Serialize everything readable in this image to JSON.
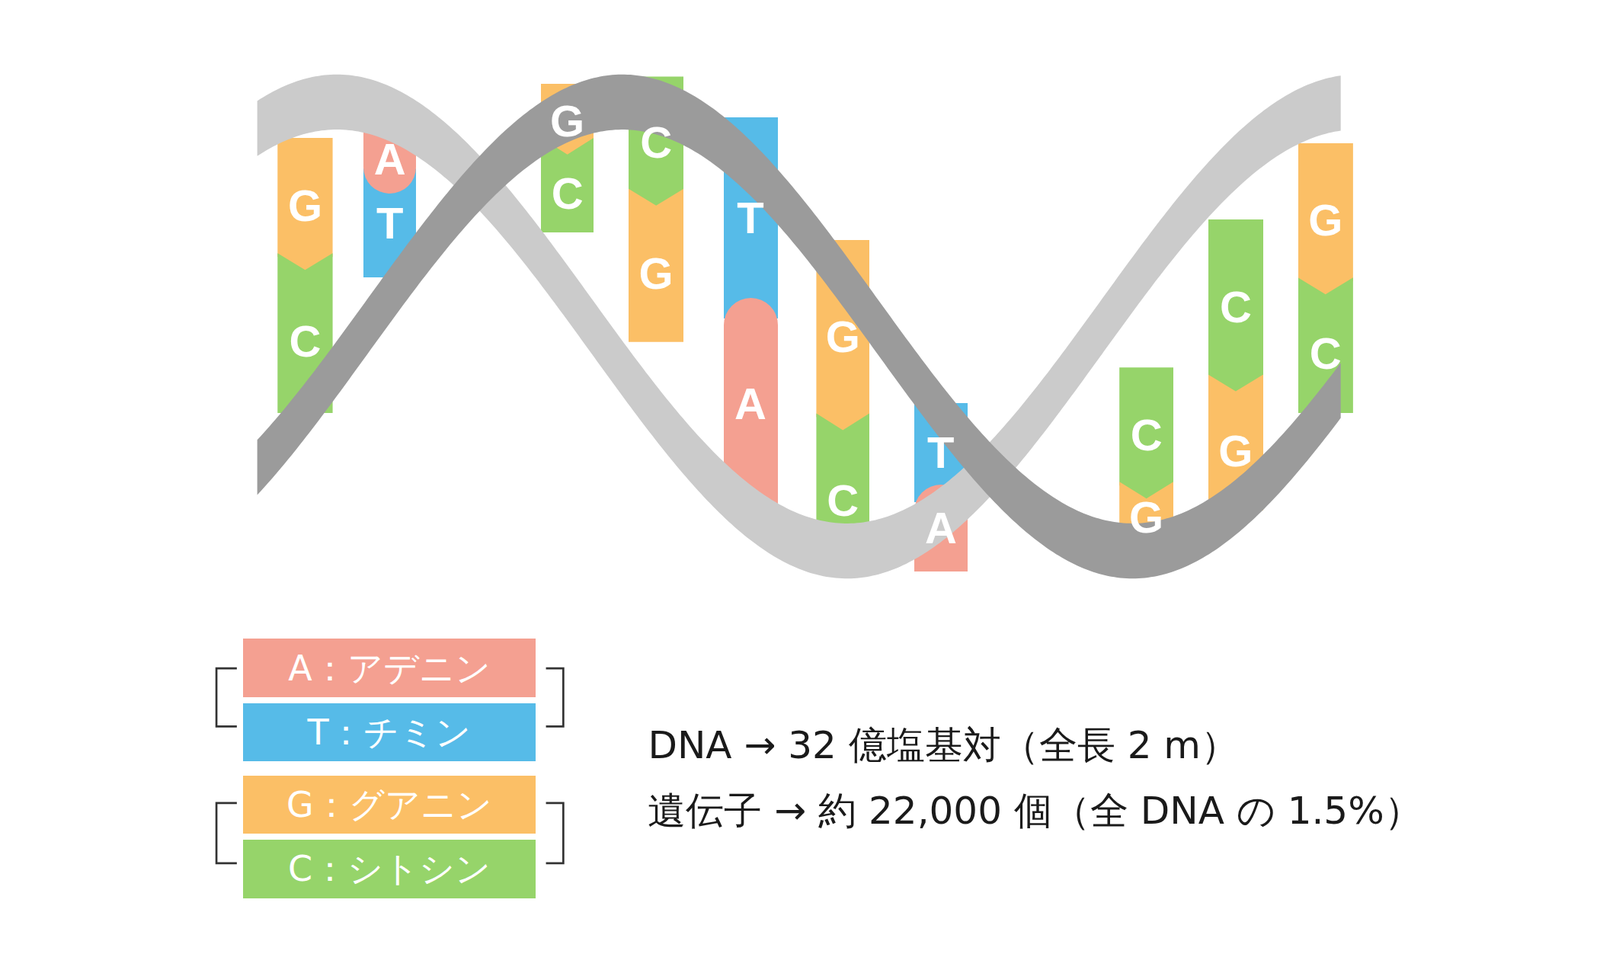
{
  "diagram": {
    "nodes": [
      {
        "text": [
          "G"
        ]
      },
      {
        "text": [
          "C"
        ]
      },
      {
        "text": [
          "A"
        ]
      },
      {
        "text": [
          "T"
        ]
      },
      {
        "text": [
          "G"
        ]
      },
      {
        "text": [
          "C"
        ]
      },
      {
        "text": [
          "C"
        ]
      },
      {
        "text": [
          "G"
        ]
      },
      {
        "text": [
          "T"
        ]
      },
      {
        "text": [
          "A"
        ]
      },
      {
        "text": [
          "G"
        ]
      },
      {
        "text": [
          "C"
        ]
      },
      {
        "text": [
          "T"
        ]
      },
      {
        "text": [
          "A"
        ]
      },
      {
        "text": [
          "C"
        ]
      },
      {
        "text": [
          "G"
        ]
      },
      {
        "text": [
          "C"
        ]
      },
      {
        "text": [
          "G"
        ]
      },
      {
        "text": [
          "G"
        ]
      },
      {
        "text": [
          "C"
        ]
      }
    ],
    "labels": [
      "DNA → 32 億塩基対（全長 2 m）",
      "遺伝子 → 約 22,000 個（全 DNA の 1.5%）"
    ],
    "legend": [
      {
        "text": "A：アデニン",
        "color": "#f4a091"
      },
      {
        "text": "T：チミン",
        "color": "#56bbe8"
      },
      {
        "text": "G：グアニン",
        "color": "#fbbf66"
      },
      {
        "text": "C：シトシン",
        "color": "#96d46a"
      }
    ]
  }
}
